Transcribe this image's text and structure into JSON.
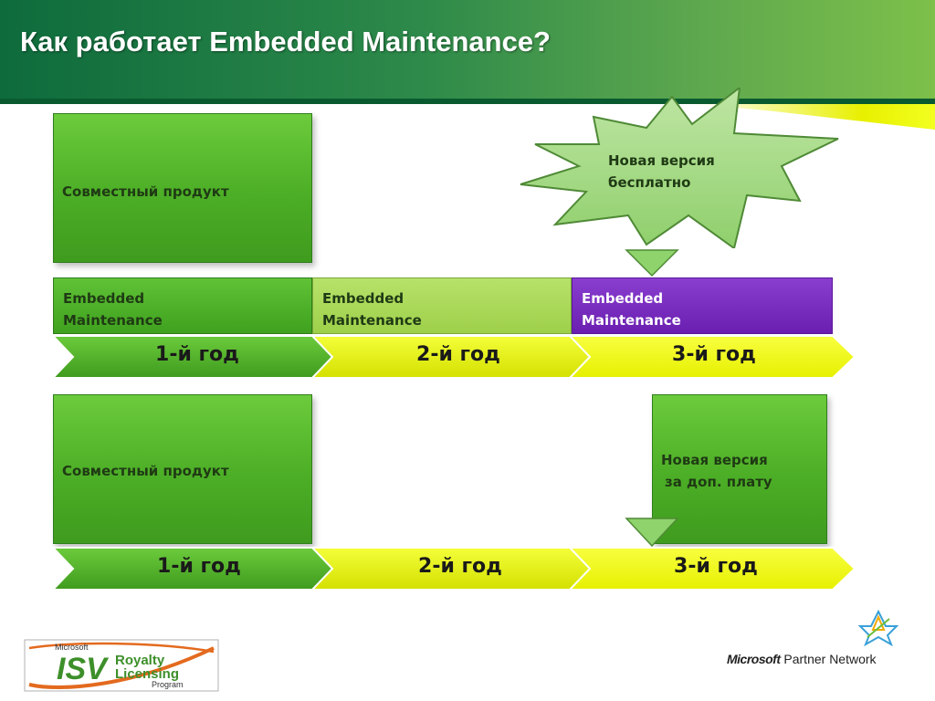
{
  "title": "Как работает Embedded Maintenance?",
  "row1": {
    "product_label": "Совместный продукт",
    "burst_line1": "Новая версия",
    "burst_line2": "бесплатно",
    "em": [
      {
        "line1": "Embedded",
        "line2": "Maintenance"
      },
      {
        "line1": "Embedded",
        "line2": "Maintenance"
      },
      {
        "line1": "Embedded",
        "line2": "Maintenance"
      }
    ],
    "years": [
      "1-й год",
      "2-й год",
      "3-й год"
    ]
  },
  "row2": {
    "product_label": "Совместный продукт",
    "paid_line1": "Новая версия",
    "paid_line2": "за доп. плату",
    "years": [
      "1-й год",
      "2-й год",
      "3-й год"
    ]
  },
  "logo_isv": {
    "microsoft": "Microsoft",
    "isv": "ISV",
    "royalty": "Royalty",
    "licensing": "Licensing",
    "program": "Program"
  },
  "logo_mpn": {
    "microsoft": "Microsoft",
    "partner_network": "Partner Network"
  },
  "colors": {
    "green": "#4cae26",
    "light_green": "#a6d653",
    "purple": "#6f24b5",
    "yellow": "#f0ff1e"
  }
}
